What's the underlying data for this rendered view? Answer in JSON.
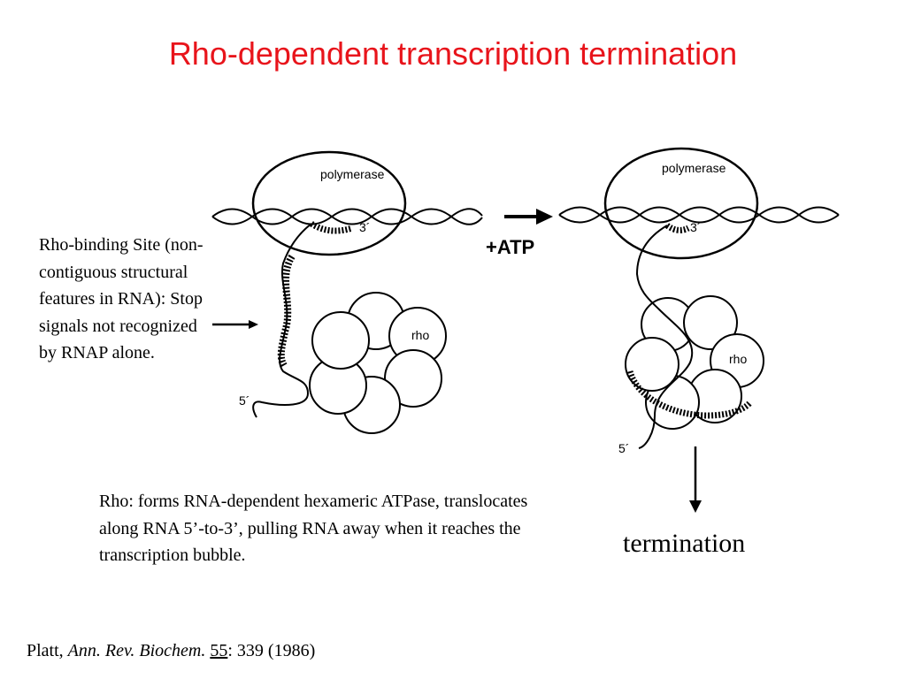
{
  "title": "Rho-dependent transcription termination",
  "left_note": "Rho-binding Site (non-contiguous structural features in RNA): Stop signals not recognized by RNAP alone.",
  "bottom_note": "Rho: forms RNA-dependent hexameric ATPase, translocates along RNA 5’-to-3’, pulling RNA away when it reaches the transcription bubble.",
  "termination": "termination",
  "citation": {
    "author": "Platt",
    "sep": ", ",
    "journal": "Ann. Rev. Biochem.",
    "volume": "55",
    "pages": ": 339 (1986)"
  },
  "diagram": {
    "polymerase": "polymerase",
    "rho": "rho",
    "three_prime": "3´",
    "five_prime": "5´",
    "atp": "+ATP"
  }
}
